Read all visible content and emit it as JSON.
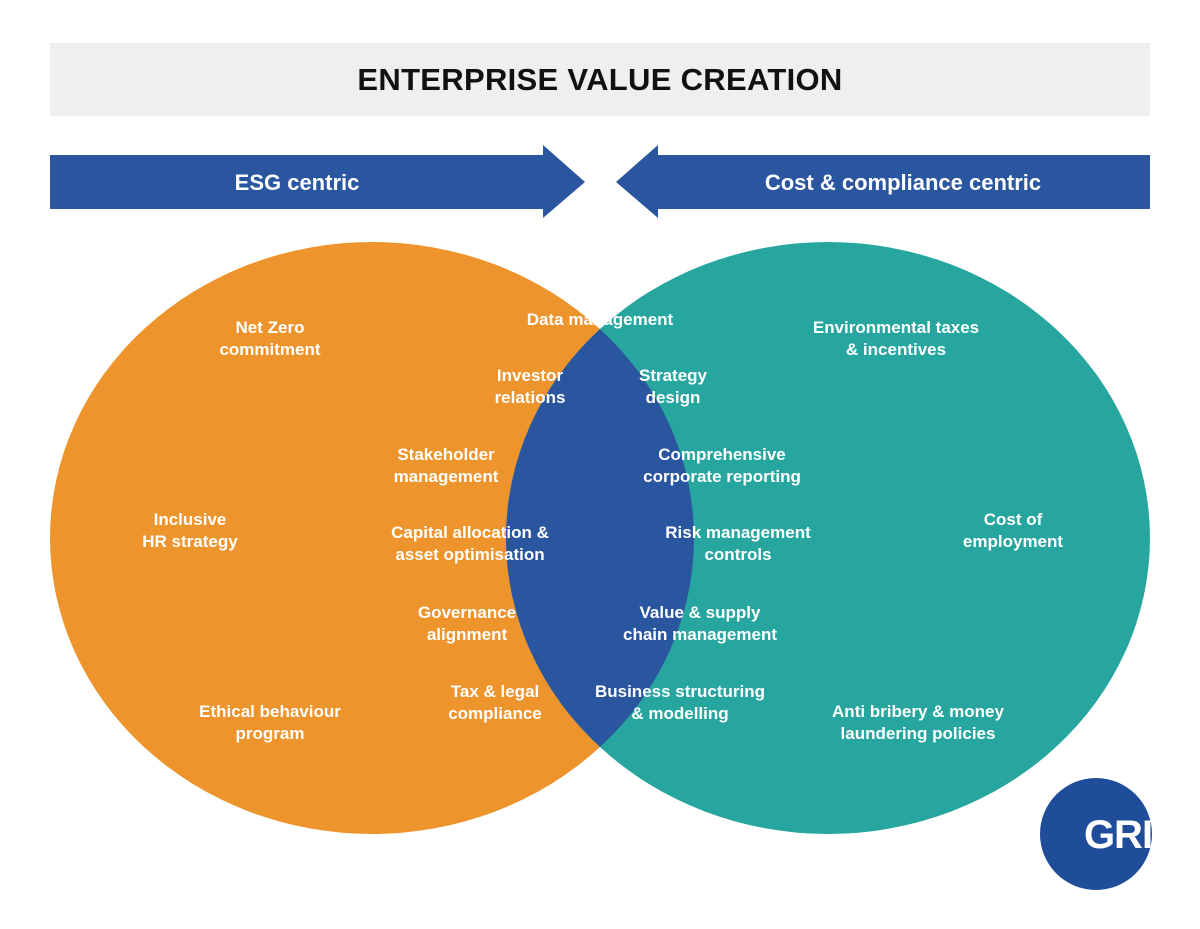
{
  "title": "ENTERPRISE VALUE CREATION",
  "arrows": {
    "left_label": "ESG centric",
    "right_label": "Cost & compliance centric"
  },
  "colors": {
    "arrow_blue": "#2a56a0",
    "left_circle": "#ee942c",
    "right_circle": "#27a69f",
    "overlap": "#2a56a0",
    "title_bar": "#efefef",
    "logo": "#1f4d9a"
  },
  "left_items": [
    [
      "Net Zero",
      "commitment"
    ],
    [
      "Inclusive",
      "HR strategy"
    ],
    [
      "Ethical behaviour",
      "program"
    ]
  ],
  "overlap_items": [
    [
      "Data management"
    ],
    [
      "Investor",
      "relations"
    ],
    [
      "Strategy",
      "design"
    ],
    [
      "Stakeholder",
      "management"
    ],
    [
      "Comprehensive",
      "corporate reporting"
    ],
    [
      "Capital allocation &",
      "asset optimisation"
    ],
    [
      "Risk management",
      "controls"
    ],
    [
      "Governance",
      "alignment"
    ],
    [
      "Value & supply",
      "chain management"
    ],
    [
      "Tax & legal",
      "compliance"
    ],
    [
      "Business structuring",
      "& modelling"
    ]
  ],
  "right_items": [
    [
      "Environmental taxes",
      "& incentives"
    ],
    [
      "Cost of",
      "employment"
    ],
    [
      "Anti bribery & money",
      "laundering policies"
    ]
  ],
  "logo": {
    "text": "GRI"
  }
}
